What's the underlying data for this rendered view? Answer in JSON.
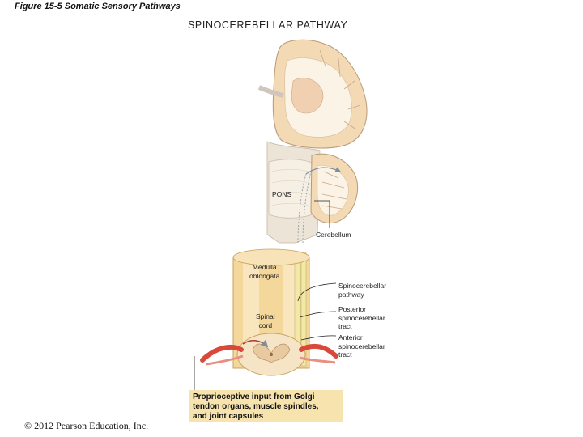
{
  "figure_title": "Figure 15-5  Somatic Sensory Pathways",
  "pathway_title": "SPINOCEREBELLAR PATHWAY",
  "labels": {
    "pons": "PONS",
    "cerebellum": "Cerebellum",
    "medulla_line1": "Medulla",
    "medulla_line2": "oblongata",
    "spinal_line1": "Spinal",
    "spinal_line2": "cord",
    "spinocerebellar_line1": "Spinocerebellar",
    "spinocerebellar_line2": "pathway",
    "posterior_line1": "Posterior",
    "posterior_line2": "spinocerebellar",
    "posterior_line3": "tract",
    "anterior_line1": "Anterior",
    "anterior_line2": "spinocerebellar",
    "anterior_line3": "tract"
  },
  "callout": {
    "line1": "Proprioceptive input from Golgi",
    "line2": "tendon organs, muscle spindles,",
    "line3": "and joint capsules"
  },
  "copyright": "© 2012 Pearson Education, Inc.",
  "colors": {
    "cortex": "#f3d9b4",
    "white_matter": "#fbf3e6",
    "spinal_cord": "#f4d79a",
    "tract": "#f1e9a8",
    "nerve": "#d9483a",
    "callout_bg": "#f7e3ad"
  }
}
